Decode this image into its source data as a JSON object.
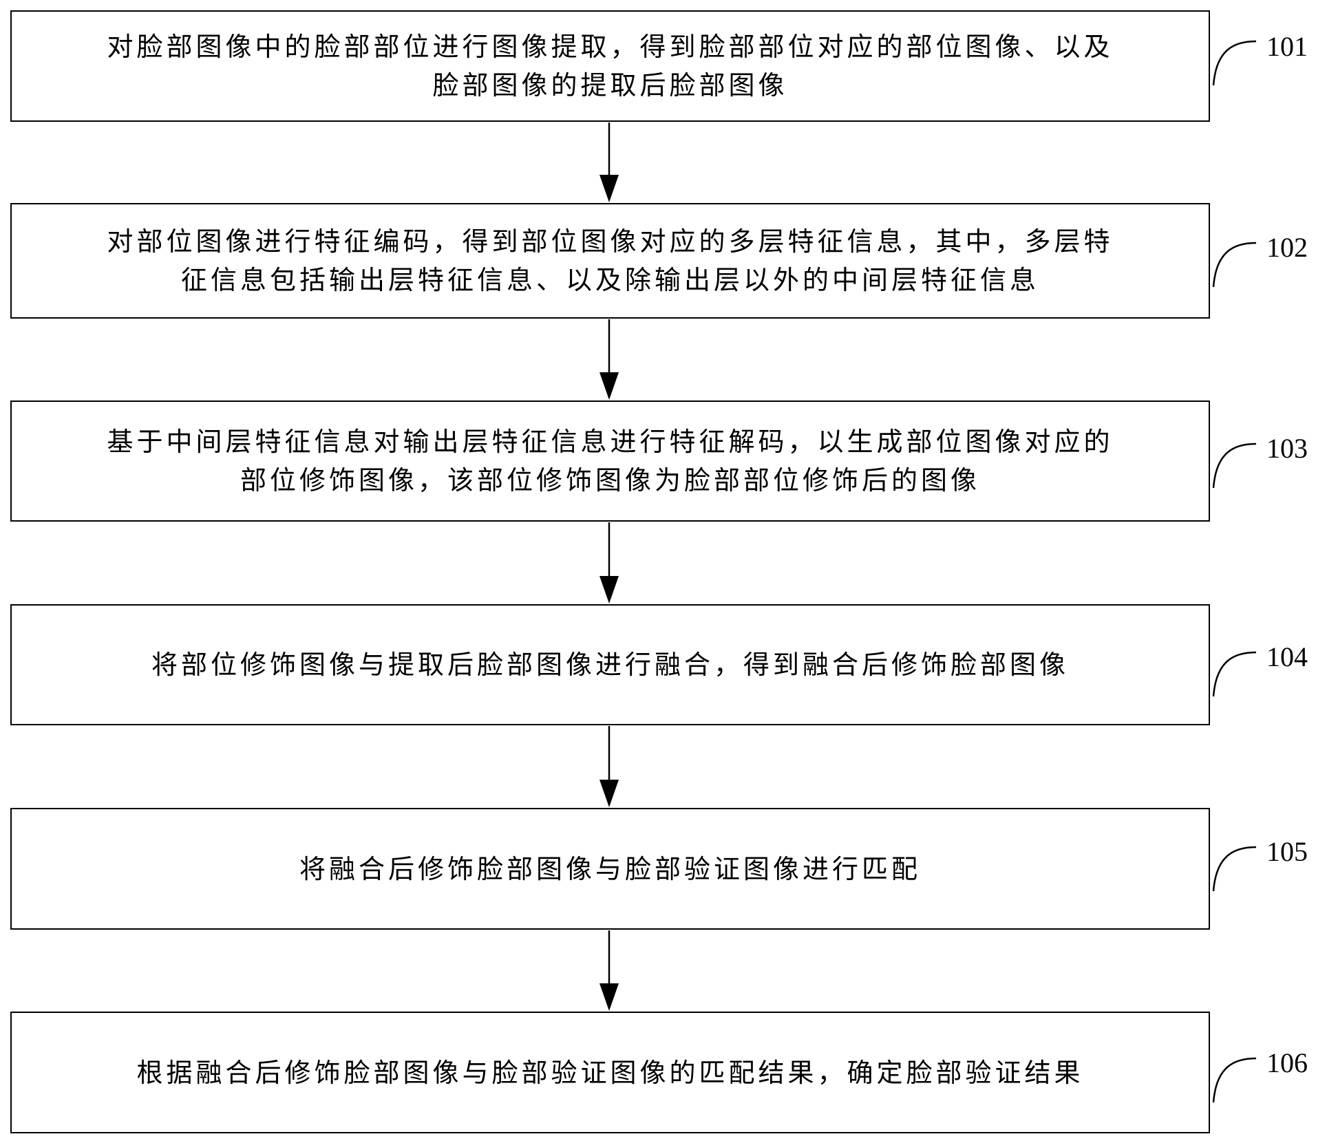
{
  "diagram": {
    "type": "flowchart",
    "line_color": "#000000",
    "background": "#ffffff",
    "steps": [
      {
        "id": "101",
        "label": "101",
        "lines": [
          "对脸部图像中的脸部部位进行图像提取，得到脸部部位对应的部位图像、以及",
          "脸部图像的提取后脸部图像"
        ]
      },
      {
        "id": "102",
        "label": "102",
        "lines": [
          "对部位图像进行特征编码，得到部位图像对应的多层特征信息，其中，多层特",
          "征信息包括输出层特征信息、以及除输出层以外的中间层特征信息"
        ]
      },
      {
        "id": "103",
        "label": "103",
        "lines": [
          "基于中间层特征信息对输出层特征信息进行特征解码，以生成部位图像对应的",
          "部位修饰图像，该部位修饰图像为脸部部位修饰后的图像"
        ]
      },
      {
        "id": "104",
        "label": "104",
        "lines": [
          "将部位修饰图像与提取后脸部图像进行融合，得到融合后修饰脸部图像"
        ]
      },
      {
        "id": "105",
        "label": "105",
        "lines": [
          "将融合后修饰脸部图像与脸部验证图像进行匹配"
        ]
      },
      {
        "id": "106",
        "label": "106",
        "lines": [
          "根据融合后修饰脸部图像与脸部验证图像的匹配结果，确定脸部验证结果"
        ]
      }
    ]
  }
}
